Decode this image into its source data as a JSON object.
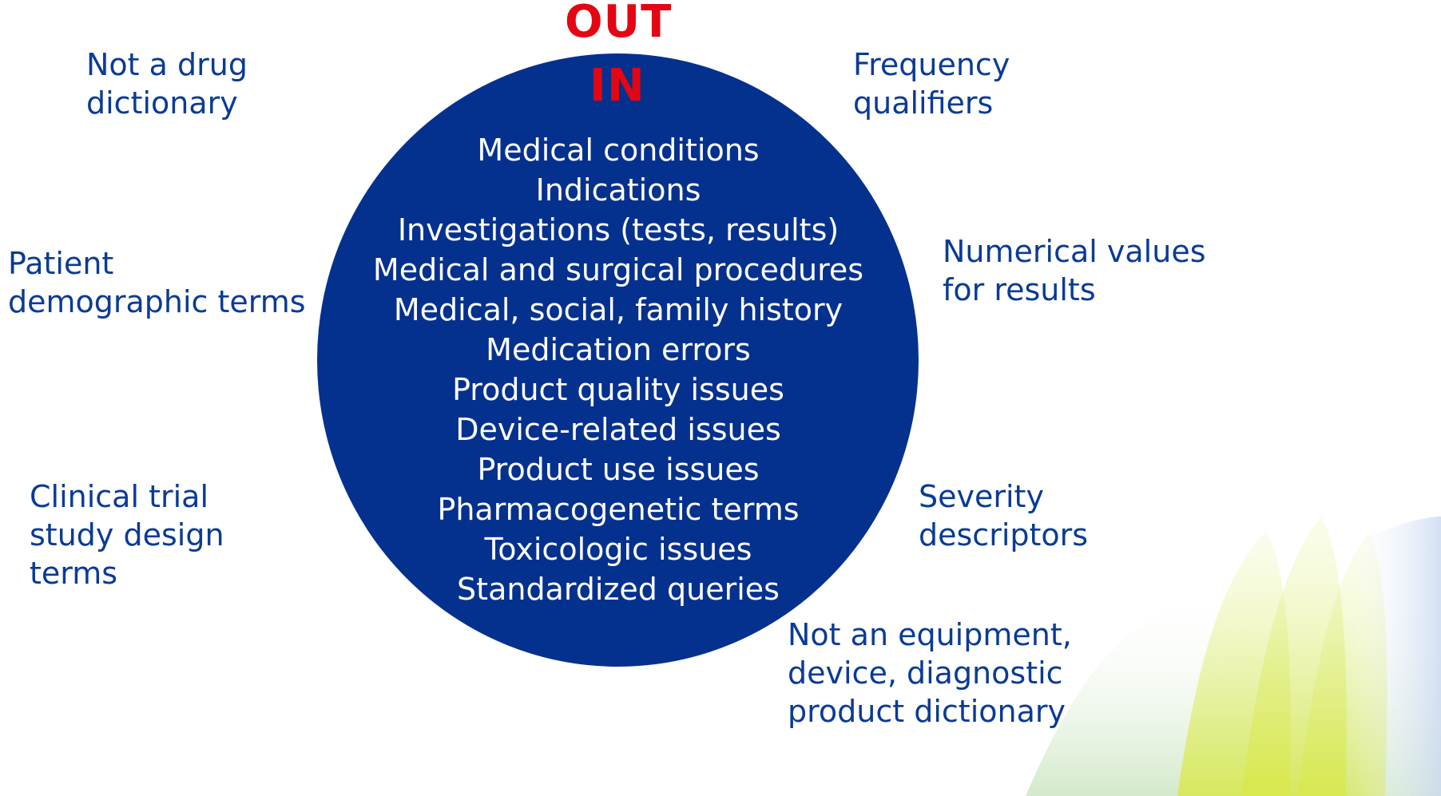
{
  "diagram": {
    "out_heading": "OUT",
    "in_heading": "IN",
    "in_items": [
      "Medical conditions",
      "Indications",
      "Investigations (tests, results)",
      "Medical and surgical procedures",
      "Medical, social, family history",
      "Medication errors",
      "Product quality issues",
      "Device-related issues",
      "Product use issues",
      "Pharmacogenetic terms",
      "Toxicologic issues",
      "Standardized queries"
    ],
    "out_items": {
      "drug_dictionary": "Not a drug dictionary",
      "frequency": "Frequency qualifiers",
      "demographic": "Patient demographic terms",
      "numerical": "Numerical values for results",
      "clinical_trial": "Clinical trial study design terms",
      "severity": "Severity descriptors",
      "equipment": "Not an equipment, device, diagnostic product dictionary"
    }
  },
  "colors": {
    "circle": "#05318e",
    "heading": "#e30613",
    "out_text": "#0a3b95",
    "in_text": "#ffffff"
  }
}
